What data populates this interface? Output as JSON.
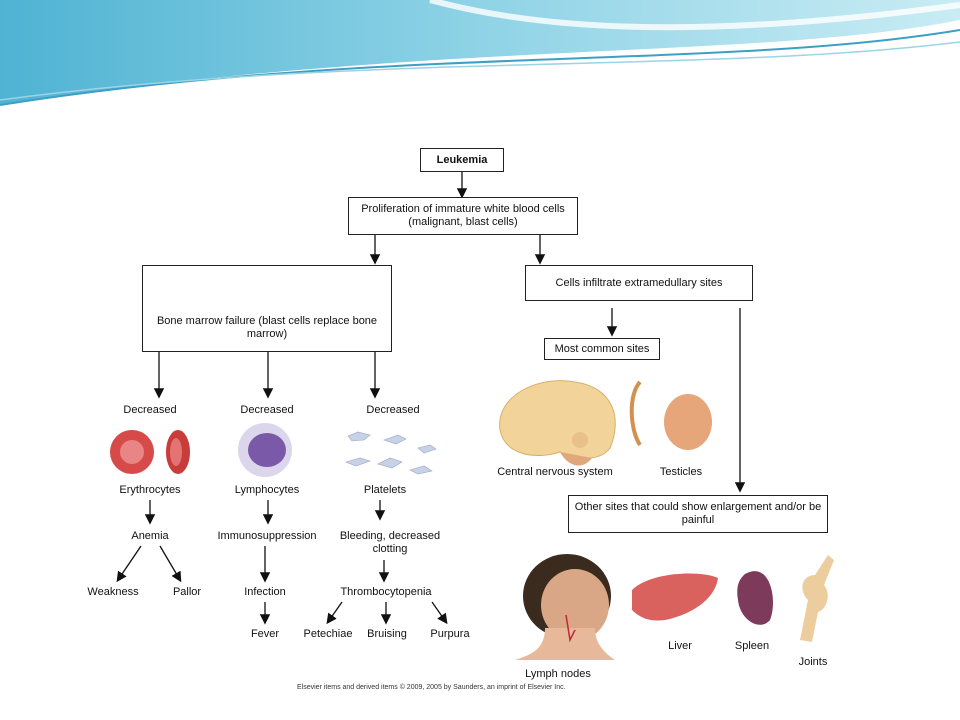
{
  "diagram": {
    "root": "Leukemia",
    "proliferation": "Proliferation of immature white blood cells (malignant, blast cells)",
    "bone_marrow": "Bone marrow failure (blast cells replace bone marrow)",
    "infiltrate": "Cells infiltrate extramedullary sites",
    "common_sites": "Most common sites",
    "other_sites": "Other sites that could show enlargement and/or be painful",
    "decreased": [
      "Decreased",
      "Decreased",
      "Decreased"
    ],
    "cells": [
      "Erythrocytes",
      "Lymphocytes",
      "Platelets"
    ],
    "erythro_chain": {
      "effect": "Anemia",
      "results": [
        "Weakness",
        "Pallor"
      ]
    },
    "lympho_chain": {
      "effect": "Immunosuppression",
      "next": "Infection",
      "final": "Fever"
    },
    "platelet_chain": {
      "effect": "Bleeding, decreased clotting",
      "next": "Thrombocytopenia",
      "results": [
        "Petechiae",
        "Bruising",
        "Purpura"
      ]
    },
    "common_site_labels": [
      "Central nervous system",
      "Testicles"
    ],
    "other_site_labels": [
      "Lymph nodes",
      "Liver",
      "Spleen",
      "Joints"
    ],
    "copyright": "Elsevier items and derived items © 2009, 2005 by Saunders, an imprint of Elsevier Inc."
  },
  "colors": {
    "accent_wave": "#5bbcd6",
    "wave_light": "#bfe6f0",
    "rbc": "#d64a4a",
    "lymph": "#7a5aa8"
  }
}
